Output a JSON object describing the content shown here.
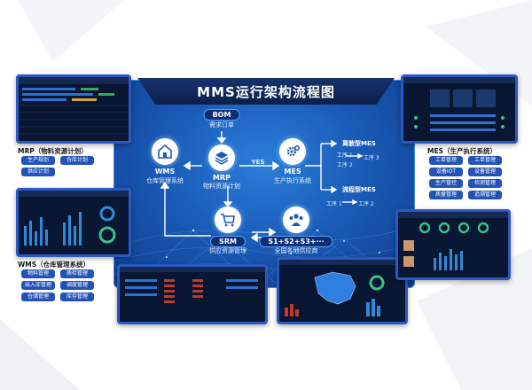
{
  "title": "MMS运行架构流程图",
  "nodes": {
    "bom": {
      "label": "BOM",
      "sub": "需求订单"
    },
    "mrp": {
      "label": "MRP",
      "sub": "物料资源计划"
    },
    "wms": {
      "label": "WMS",
      "sub": "仓库管理系统"
    },
    "mes": {
      "label": "MES",
      "sub": "生产执行系统"
    },
    "srm": {
      "label": "SRM",
      "sub": "供应资源管理"
    },
    "suppliers": {
      "label": "S1+S2+S3+···",
      "sub": "全国各地供应商"
    }
  },
  "edges": {
    "mrp_to_mes": "YES"
  },
  "mes_branches": {
    "discrete": {
      "title": "离散型MES",
      "items": [
        "工序 1",
        "工序 2",
        "工序 3"
      ]
    },
    "process": {
      "title": "流程型MES",
      "items": [
        "工序 1",
        "工序 2"
      ]
    }
  },
  "modules": {
    "mrp": {
      "title": "MRP（物料资源计划）",
      "buttons": [
        "生产规划",
        "仓库计划",
        "供应计划"
      ]
    },
    "wms": {
      "title": "WMS（仓库管理系统）",
      "buttons": [
        "物料管理",
        "质检管理",
        "出入库管理",
        "调度管理",
        "仓储管理",
        "库存管理"
      ]
    },
    "mes": {
      "title": "MES（生产执行系统）",
      "buttons": [
        "工单管理",
        "工单管理",
        "设备IOT",
        "设备管理",
        "生产管控",
        "检测管理",
        "质量管理",
        "追溯管理"
      ]
    }
  },
  "colors": {
    "panel": "#1a5cb8",
    "pill": "#0e2f73",
    "button": "#2453b8",
    "thumb_border": "#2a59c4"
  }
}
